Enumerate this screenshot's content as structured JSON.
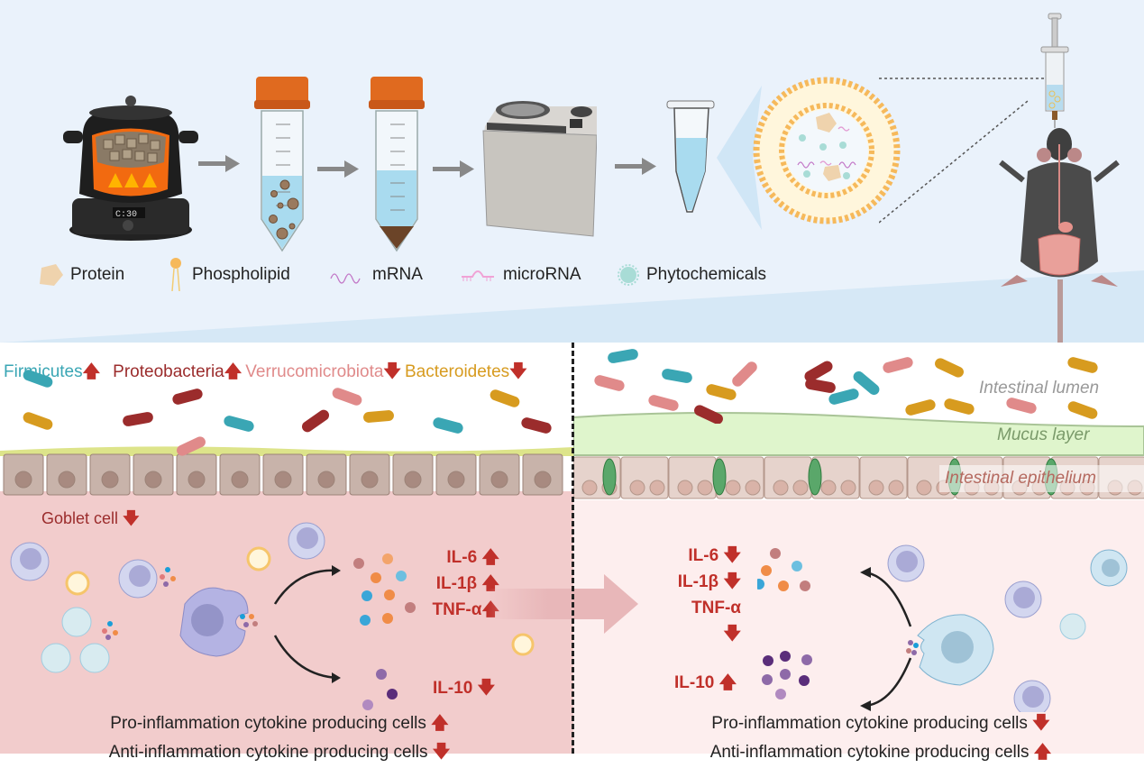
{
  "colors": {
    "top_background": "#eaf2fb",
    "left_lamina": "#f2cccc",
    "right_lamina": "#fdeeee",
    "mucus": "#dff5cc",
    "epithelium": "#dcc7bf",
    "up_down_arrow": "#c0302a",
    "firmicutes": "#3aa6b4",
    "proteobacteria": "#9b2c2c",
    "verrucomicrobiota": "#e08a8a",
    "bacteroidetes": "#d79b1f"
  },
  "legend": [
    {
      "icon": "protein-icon",
      "label": "Protein"
    },
    {
      "icon": "phospholipid-icon",
      "label": "Phospholipid"
    },
    {
      "icon": "mrna-icon",
      "label": "mRNA"
    },
    {
      "icon": "microrna-icon",
      "label": "microRNA"
    },
    {
      "icon": "phytochemicals-icon",
      "label": "Phytochemicals"
    }
  ],
  "workflow": [
    "cooking-pot",
    "tube-suspension",
    "tube-pellet",
    "centrifuge",
    "microtube",
    "exosome-vesicle",
    "syringe",
    "mouse"
  ],
  "cooker_display": "C:30",
  "left": {
    "phyla": [
      {
        "label": "Firmicutes",
        "trend": "up"
      },
      {
        "label": "Proteobacteria",
        "trend": "up"
      },
      {
        "label": "Verrucomicrobiota",
        "trend": "down"
      },
      {
        "label": "Bacteroidetes",
        "trend": "down"
      }
    ],
    "goblet_label": "Goblet cell",
    "goblet_trend": "down",
    "cytokines": [
      {
        "label": "IL-6",
        "trend": "up"
      },
      {
        "label": "IL-1β",
        "trend": "up"
      },
      {
        "label": "TNF-α",
        "trend": "up"
      },
      {
        "label": "IL-10",
        "trend": "down"
      }
    ],
    "summary": [
      {
        "label": "Pro-inflammation cytokine producing cells",
        "trend": "up"
      },
      {
        "label": "Anti-inflammation cytokine producing cells",
        "trend": "down"
      }
    ]
  },
  "right": {
    "layers": {
      "lumen": "Intestinal lumen",
      "mucus": "Mucus layer",
      "epithelium": "Intestinal epithelium"
    },
    "cytokines": [
      {
        "label": "IL-6",
        "trend": "down"
      },
      {
        "label": "IL-1β",
        "trend": "down"
      },
      {
        "label": "TNF-α",
        "trend": "down"
      },
      {
        "label": "IL-10",
        "trend": "up"
      }
    ],
    "summary": [
      {
        "label": "Pro-inflammation cytokine producing cells",
        "trend": "down"
      },
      {
        "label": "Anti-inflammation cytokine producing cells",
        "trend": "up"
      }
    ]
  },
  "arrows": {
    "up": "🡅",
    "down": "🡇"
  }
}
